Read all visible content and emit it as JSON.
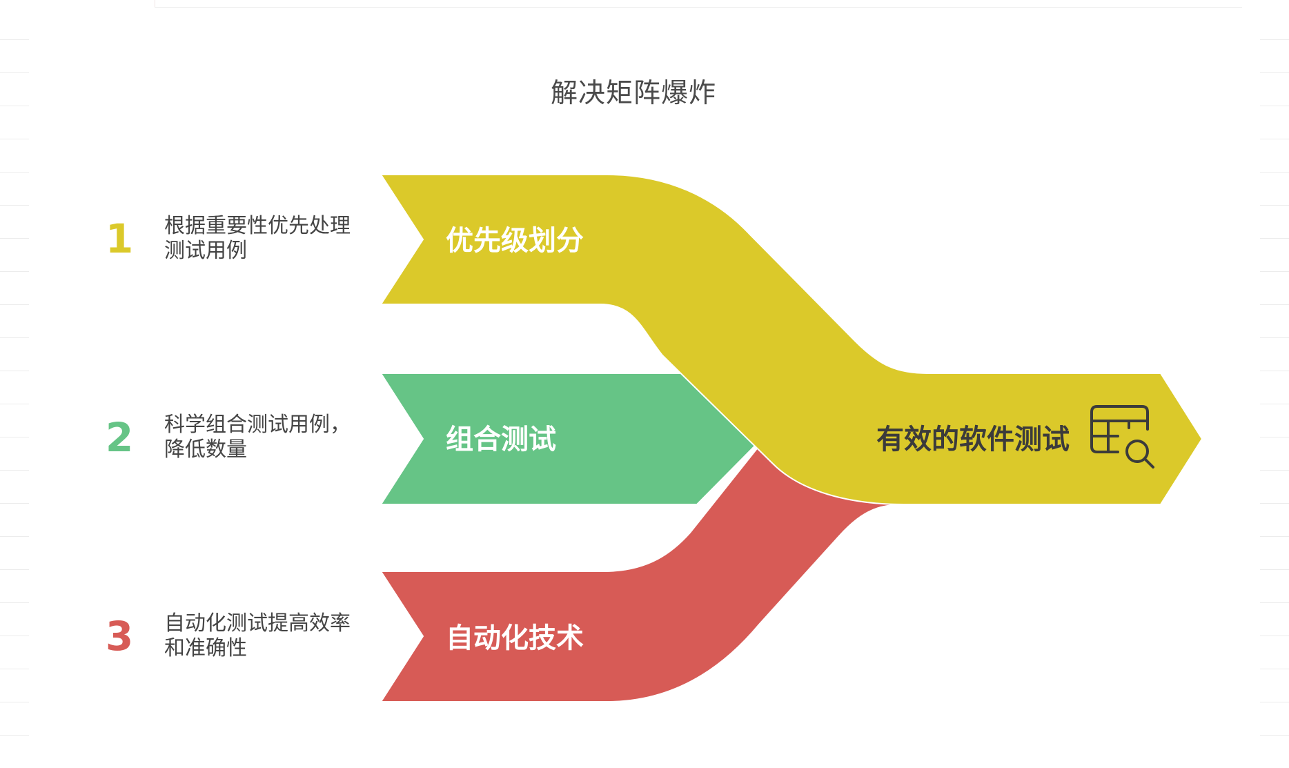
{
  "title": "解决矩阵爆炸",
  "steps": [
    {
      "number": "1",
      "description": "根据重要性优先处理测试用例",
      "band_label": "优先级划分",
      "color": "#dbc92a"
    },
    {
      "number": "2",
      "description": "科学组合测试用例，降低数量",
      "band_label": "组合测试",
      "color": "#66c486"
    },
    {
      "number": "3",
      "description": "自动化测试提高效率和准确性",
      "band_label": "自动化技术",
      "color": "#d75b56"
    }
  ],
  "outcome": {
    "label": "有效的软件测试",
    "icon": "table-search-icon",
    "color": "#dbc92a",
    "label_color": "#3b3b3b"
  },
  "band_text_color": "#ffffff"
}
